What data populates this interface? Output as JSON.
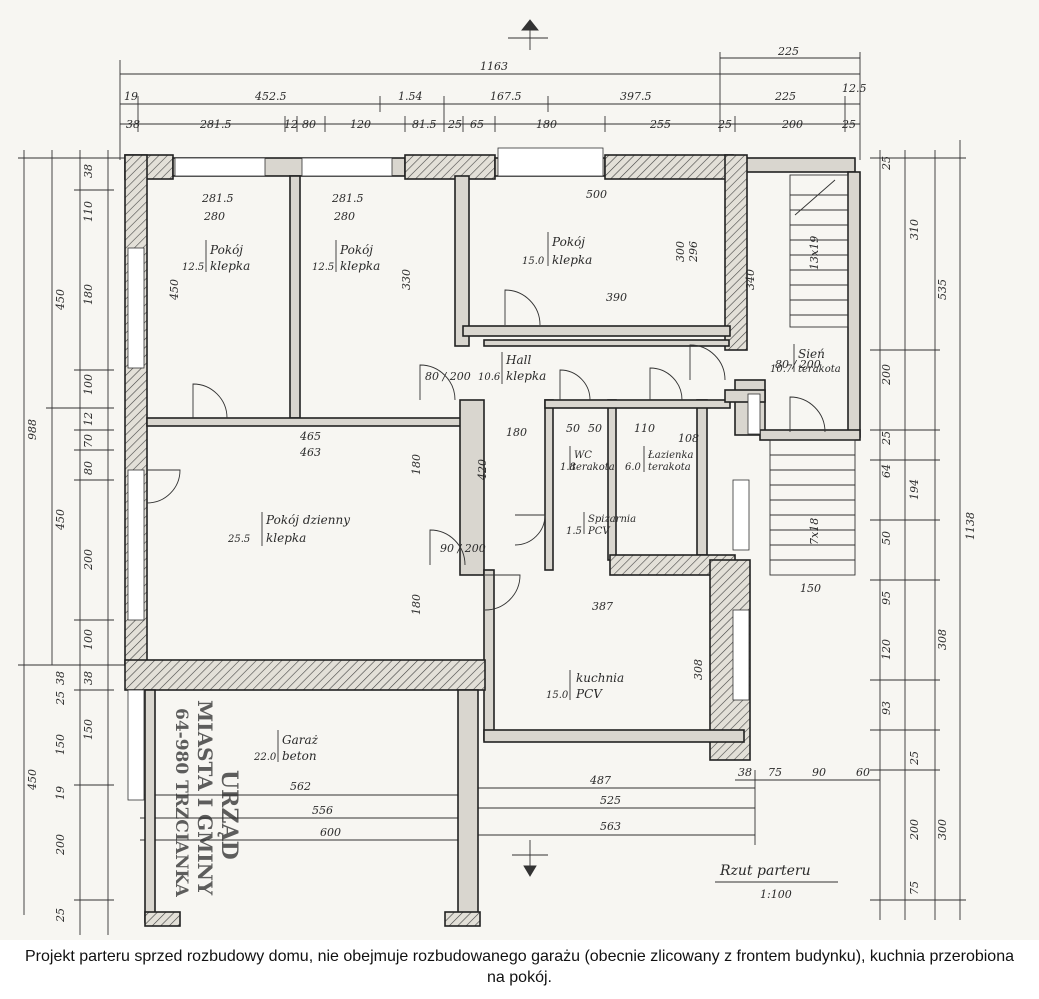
{
  "caption": "Projekt parteru sprzed rozbudowy domu, nie obejmuje rozbudowanego garażu (obecnie zlicowany z frontem budynku), kuchnia przerobiona na pokój.",
  "plan_title": "Rzut parteru",
  "scale": "1:100",
  "stamp": {
    "line1": "URZĄD",
    "line2": "MIASTA I GMINY",
    "line3": "64-980 TRZCIANKA"
  },
  "rooms": [
    {
      "name": "Pokój",
      "floor": "klepka",
      "area": "12.5"
    },
    {
      "name": "Pokój",
      "floor": "klepka",
      "area": "12.5"
    },
    {
      "name": "Pokój",
      "floor": "klepka",
      "area": "15.0"
    },
    {
      "name": "Hall",
      "floor": "klepka",
      "area": "10.6"
    },
    {
      "name": "Sień",
      "floor": "terakota",
      "area": "10.7"
    },
    {
      "name": "WC",
      "floor": "terakota",
      "area": "1.8"
    },
    {
      "name": "Łazienka",
      "floor": "terakota",
      "area": "6.0"
    },
    {
      "name": "Spiżarnia",
      "floor": "PCV",
      "area": "1.5"
    },
    {
      "name": "Pokój dzienny",
      "floor": "klepka",
      "area": "25.5"
    },
    {
      "name": "kuchnia",
      "floor": "PCV",
      "area": "15.0"
    },
    {
      "name": "Garaż",
      "floor": "beton",
      "area": "22.0"
    }
  ],
  "dims_top": {
    "overall": "1163",
    "right_ext": "225",
    "row2": [
      "19",
      "452.5",
      "1.54",
      "167.5",
      "397.5",
      "225",
      "12.5"
    ],
    "row3": [
      "38",
      "281.5",
      "12",
      "80",
      "120",
      "81.5",
      "25",
      "65",
      "180",
      "255",
      "25",
      "200",
      "25"
    ]
  },
  "dims_left": {
    "overall": "988",
    "garage": "450",
    "outer": [
      "450",
      "450"
    ],
    "inner": [
      "38",
      "110",
      "180",
      "100",
      "12",
      "70",
      "80",
      "200",
      "100",
      "38",
      "25",
      "150",
      "19",
      "200",
      "25"
    ]
  },
  "dims_right": {
    "overall": "1138",
    "col1": [
      "535",
      "308",
      "300"
    ],
    "col2": [
      "310",
      "200",
      "194",
      "120",
      "200"
    ],
    "col3": [
      "25",
      "25",
      "64",
      "50",
      "95",
      "93",
      "25",
      "75"
    ]
  },
  "dims_bottom": [
    "562",
    "556",
    "600",
    "487",
    "525",
    "563",
    "38",
    "75",
    "90",
    "60"
  ],
  "dims_inner": {
    "p1_w": "281.5",
    "p1_w2": "280",
    "p2_w": "281.5",
    "p2_w2": "280",
    "p3_w": "500",
    "p3_w2": "390",
    "p3_h": "300",
    "p3_h2": "296",
    "p1_h": "450",
    "p2_h": "330",
    "living_w": "465",
    "living_w2": "463",
    "living_h1": "180",
    "living_h2": "180",
    "hall_w": "180",
    "hall_h": "420",
    "kitchen_w": "387",
    "kitchen_h": "308",
    "stair1": "13x19",
    "stair2": "7x18",
    "door_80_200": "80 / 200",
    "door_90_200": "90 / 200",
    "sien_w": "150",
    "sien_h": "340",
    "bath_w": "110",
    "bath_w2": "108",
    "wc_w": "50",
    "wc_w2": "50"
  }
}
